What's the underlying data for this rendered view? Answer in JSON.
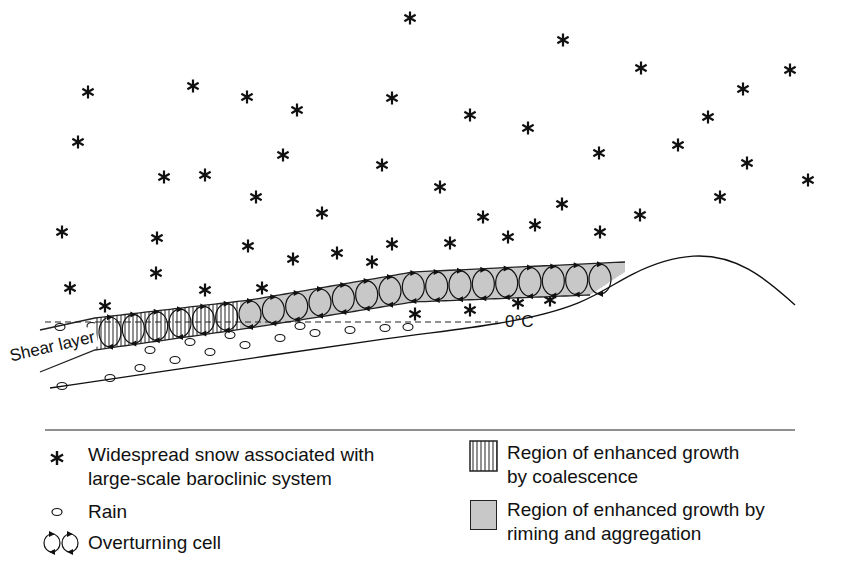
{
  "diagram": {
    "labels": [
      "Shear layer",
      "0°C"
    ],
    "legend": [
      {
        "text": "Widespread snow associated with large-scale baroclinic system"
      },
      {
        "text": "Rain"
      },
      {
        "text": "Overturning cell"
      },
      {
        "text": "Region of enhanced growth by coalescence"
      },
      {
        "text": "Region of enhanced growth by riming and aggregation",
        "color": "#c8c8c8"
      }
    ]
  }
}
